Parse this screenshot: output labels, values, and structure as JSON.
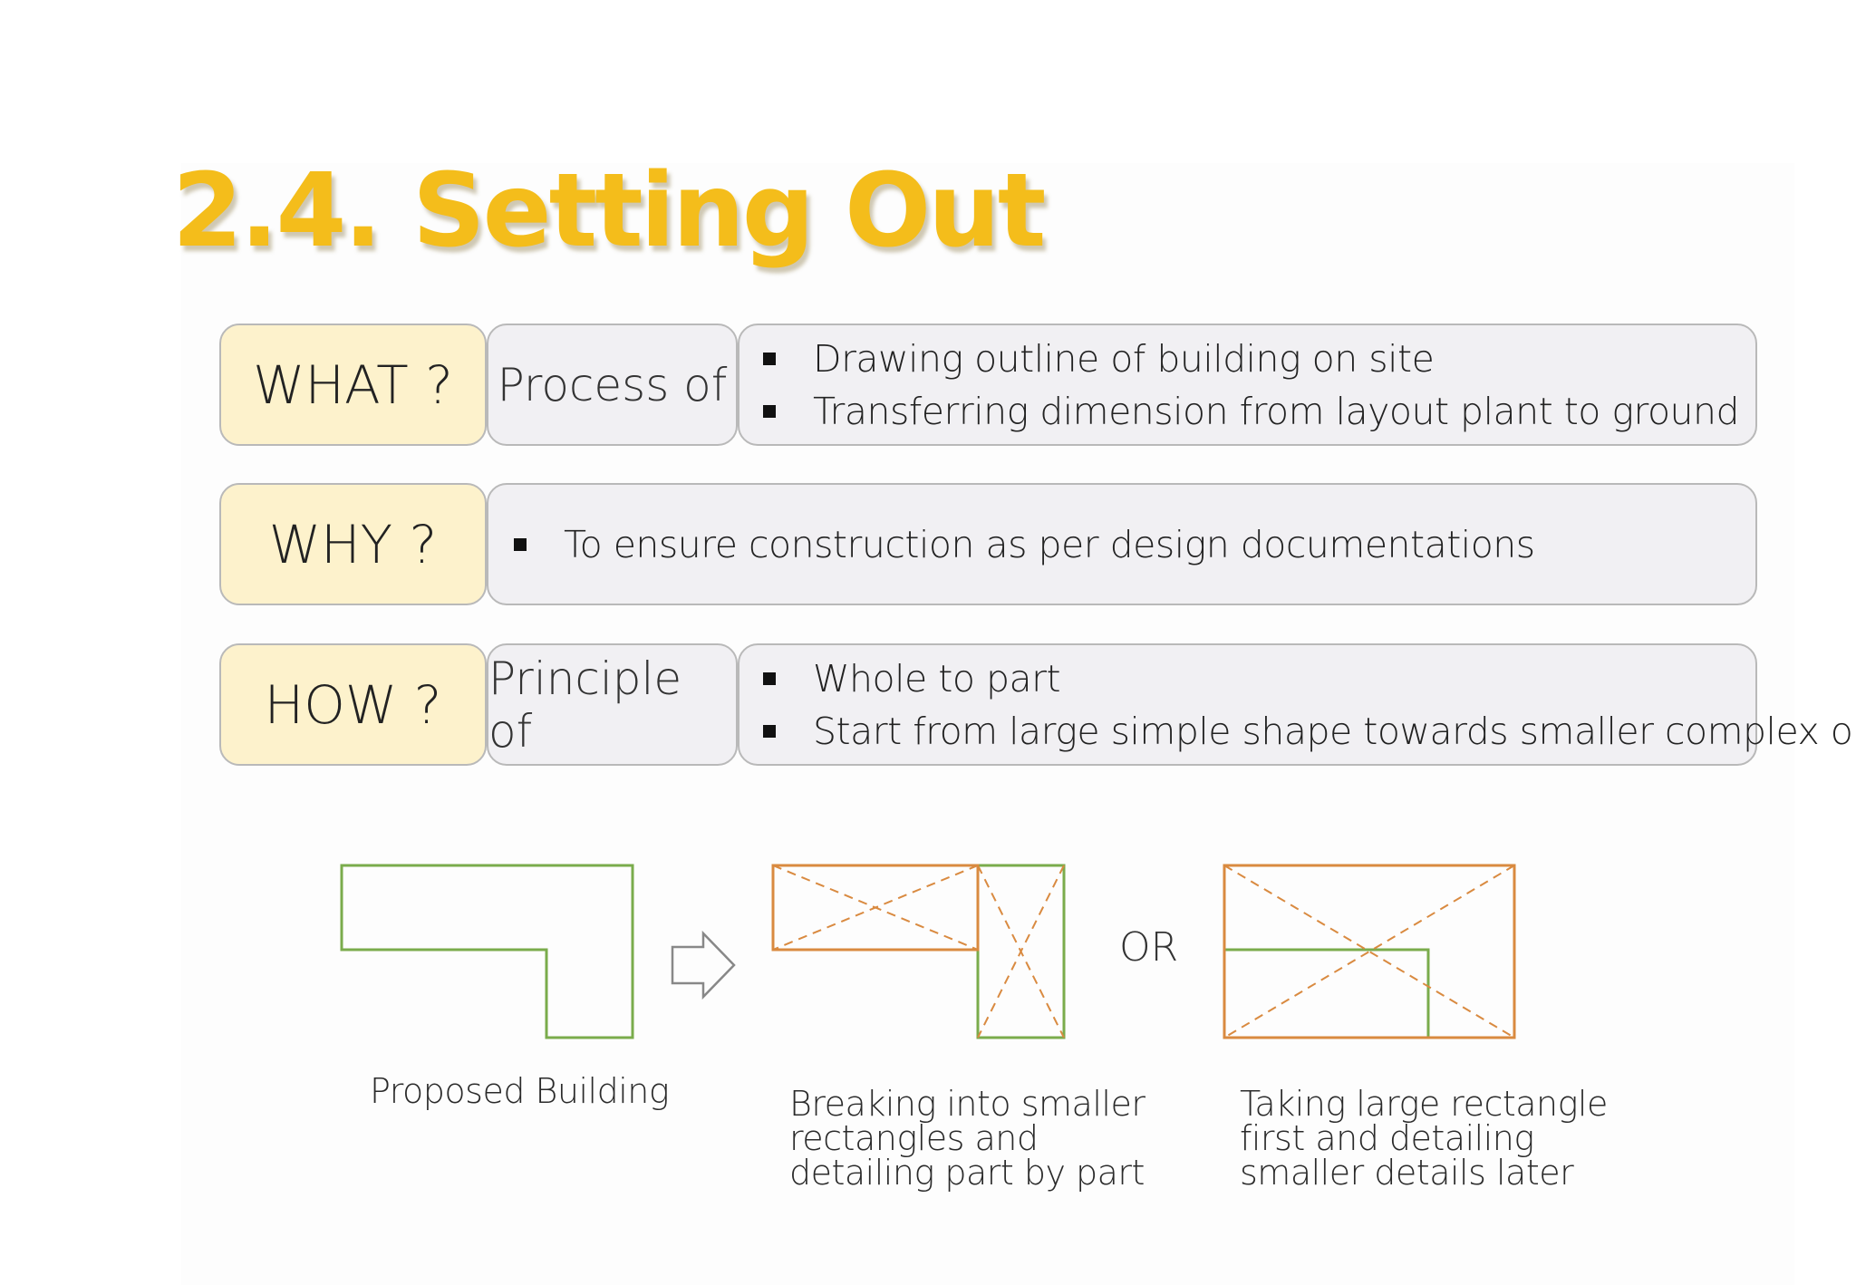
{
  "title": "2.4. Setting Out",
  "rows": {
    "what": {
      "key": "WHAT ?",
      "middle": "Process of",
      "points": [
        "Drawing outline of building on site",
        "Transferring dimension from layout plant to ground"
      ]
    },
    "why": {
      "key": "WHY ?",
      "points": [
        "To ensure construction as per design documentations"
      ]
    },
    "how": {
      "key": "HOW ?",
      "middle": "Principle of",
      "points": [
        "Whole to part",
        "Start from large simple shape towards smaller complex ones"
      ]
    }
  },
  "diagram": {
    "or_label": "OR",
    "captions": {
      "proposed": [
        "Proposed Building"
      ],
      "breaking": [
        "Breaking into smaller",
        "rectangles and",
        "detailing part by part"
      ],
      "taking": [
        "Taking large rectangle",
        "first and detailing",
        "smaller details later"
      ]
    },
    "colors": {
      "building_outline": "#7aac4c",
      "rectangle_outline": "#d98a40",
      "arrow": "#888888",
      "title": "#f4bd1b",
      "key_fill": "#fdf2cc",
      "box_fill": "#f1f0f3"
    }
  }
}
